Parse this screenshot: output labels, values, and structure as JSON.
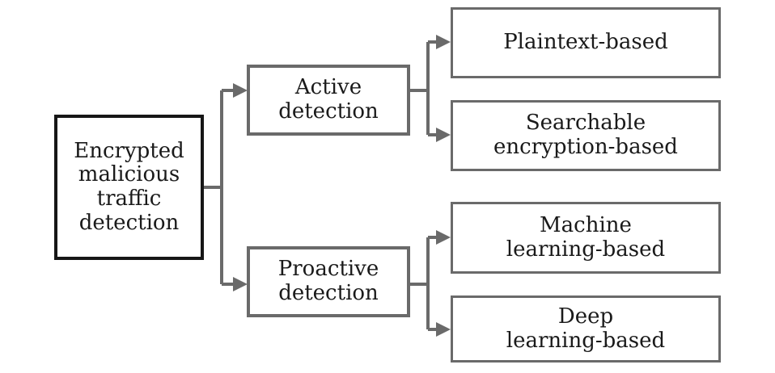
{
  "diagram": {
    "type": "tree",
    "nodes": {
      "root": {
        "label": "Encrypted\nmalicious\ntraffic\ndetection"
      },
      "active": {
        "label": "Active\ndetection"
      },
      "proactive": {
        "label": "Proactive\ndetection"
      },
      "plaintext": {
        "label": "Plaintext-based"
      },
      "searchable": {
        "label": "Searchable\nencryption-based"
      },
      "machine": {
        "label": "Machine\nlearning-based"
      },
      "deep": {
        "label": "Deep\nlearning-based"
      }
    },
    "edges": [
      {
        "from": "root",
        "to": "active"
      },
      {
        "from": "root",
        "to": "proactive"
      },
      {
        "from": "active",
        "to": "plaintext"
      },
      {
        "from": "active",
        "to": "searchable"
      },
      {
        "from": "proactive",
        "to": "machine"
      },
      {
        "from": "proactive",
        "to": "deep"
      }
    ],
    "colors": {
      "root_border": "#161616",
      "node_border": "#6a6a6a",
      "connector": "#6a6a6a",
      "text": "#1a1a1a",
      "background": "#ffffff"
    }
  }
}
